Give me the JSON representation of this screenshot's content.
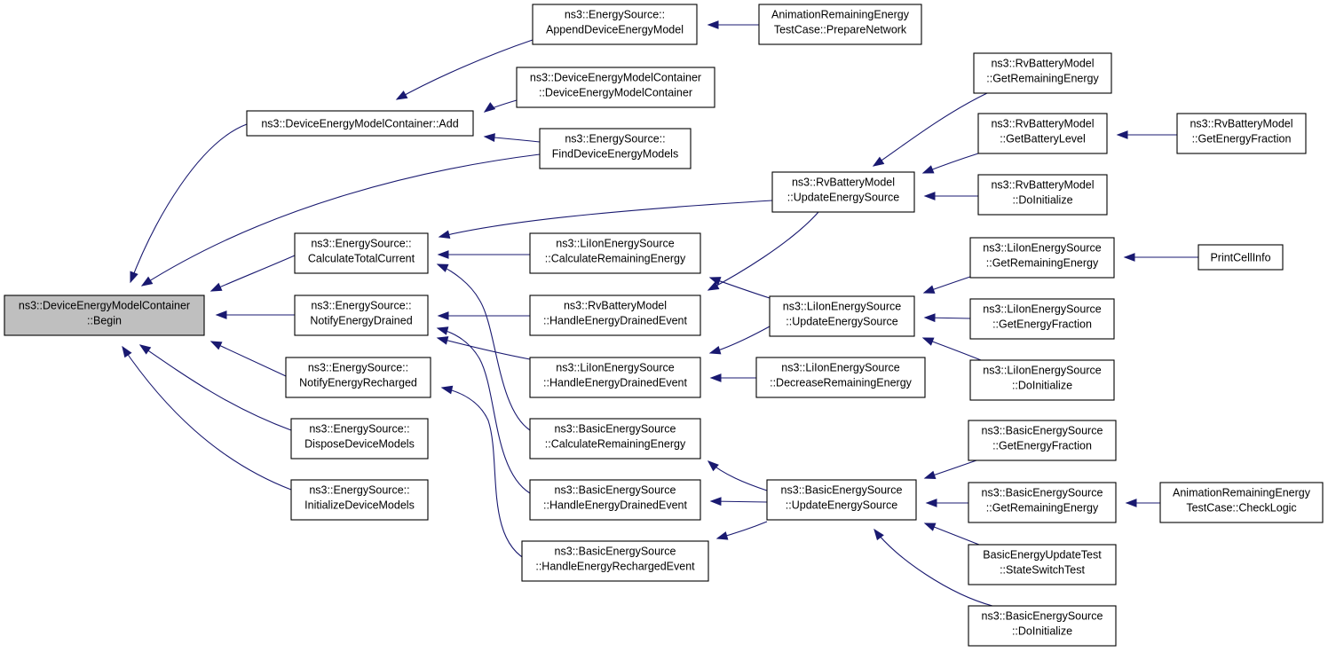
{
  "graph": {
    "kind": "caller-graph",
    "root": "root",
    "colors": {
      "edge": "#191970",
      "node_border": "#000000",
      "node_fill": "#ffffff",
      "root_fill": "#bfbfbf"
    },
    "nodes": [
      {
        "id": "root",
        "lines": [
          "ns3::DeviceEnergyModelContainer",
          "::Begin"
        ]
      },
      {
        "id": "add",
        "lines": [
          "ns3::DeviceEnergyModelContainer::Add"
        ]
      },
      {
        "id": "append",
        "lines": [
          "ns3::EnergySource::",
          "AppendDeviceEnergyModel"
        ]
      },
      {
        "id": "anim_prep",
        "lines": [
          "AnimationRemainingEnergy",
          "TestCase::PrepareNetwork"
        ]
      },
      {
        "id": "demc_ctor",
        "lines": [
          "ns3::DeviceEnergyModelContainer",
          "::DeviceEnergyModelContainer"
        ]
      },
      {
        "id": "find",
        "lines": [
          "ns3::EnergySource::",
          "FindDeviceEnergyModels"
        ]
      },
      {
        "id": "calc_total",
        "lines": [
          "ns3::EnergySource::",
          "CalculateTotalCurrent"
        ]
      },
      {
        "id": "notify_drained",
        "lines": [
          "ns3::EnergySource::",
          "NotifyEnergyDrained"
        ]
      },
      {
        "id": "notify_recharged",
        "lines": [
          "ns3::EnergySource::",
          "NotifyEnergyRecharged"
        ]
      },
      {
        "id": "dispose",
        "lines": [
          "ns3::EnergySource::",
          "DisposeDeviceModels"
        ]
      },
      {
        "id": "initdev",
        "lines": [
          "ns3::EnergySource::",
          "InitializeDeviceModels"
        ]
      },
      {
        "id": "li_calcrem",
        "lines": [
          "ns3::LiIonEnergySource",
          "::CalculateRemainingEnergy"
        ]
      },
      {
        "id": "rv_handle",
        "lines": [
          "ns3::RvBatteryModel",
          "::HandleEnergyDrainedEvent"
        ]
      },
      {
        "id": "li_handle",
        "lines": [
          "ns3::LiIonEnergySource",
          "::HandleEnergyDrainedEvent"
        ]
      },
      {
        "id": "bs_calcrem",
        "lines": [
          "ns3::BasicEnergySource",
          "::CalculateRemainingEnergy"
        ]
      },
      {
        "id": "bs_handle",
        "lines": [
          "ns3::BasicEnergySource",
          "::HandleEnergyDrainedEvent"
        ]
      },
      {
        "id": "bs_recharged",
        "lines": [
          "ns3::BasicEnergySource",
          "::HandleEnergyRechargedEvent"
        ]
      },
      {
        "id": "rv_update",
        "lines": [
          "ns3::RvBatteryModel",
          "::UpdateEnergySource"
        ]
      },
      {
        "id": "li_update",
        "lines": [
          "ns3::LiIonEnergySource",
          "::UpdateEnergySource"
        ]
      },
      {
        "id": "li_decrease",
        "lines": [
          "ns3::LiIonEnergySource",
          "::DecreaseRemainingEnergy"
        ]
      },
      {
        "id": "bs_update",
        "lines": [
          "ns3::BasicEnergySource",
          "::UpdateEnergySource"
        ]
      },
      {
        "id": "rv_getrem",
        "lines": [
          "ns3::RvBatteryModel",
          "::GetRemainingEnergy"
        ]
      },
      {
        "id": "rv_getlevel",
        "lines": [
          "ns3::RvBatteryModel",
          "::GetBatteryLevel"
        ]
      },
      {
        "id": "rv_doinit",
        "lines": [
          "ns3::RvBatteryModel",
          "::DoInitialize"
        ]
      },
      {
        "id": "rv_getfrac",
        "lines": [
          "ns3::RvBatteryModel",
          "::GetEnergyFraction"
        ]
      },
      {
        "id": "li_getrem",
        "lines": [
          "ns3::LiIonEnergySource",
          "::GetRemainingEnergy"
        ]
      },
      {
        "id": "li_getfrac",
        "lines": [
          "ns3::LiIonEnergySource",
          "::GetEnergyFraction"
        ]
      },
      {
        "id": "li_doinit",
        "lines": [
          "ns3::LiIonEnergySource",
          "::DoInitialize"
        ]
      },
      {
        "id": "printcell",
        "lines": [
          "PrintCellInfo"
        ]
      },
      {
        "id": "bs_getfrac",
        "lines": [
          "ns3::BasicEnergySource",
          "::GetEnergyFraction"
        ]
      },
      {
        "id": "bs_getrem",
        "lines": [
          "ns3::BasicEnergySource",
          "::GetRemainingEnergy"
        ]
      },
      {
        "id": "bs_stateswitch",
        "lines": [
          "BasicEnergyUpdateTest",
          "::StateSwitchTest"
        ]
      },
      {
        "id": "bs_doinit",
        "lines": [
          "ns3::BasicEnergySource",
          "::DoInitialize"
        ]
      },
      {
        "id": "anim_check",
        "lines": [
          "AnimationRemainingEnergy",
          "TestCase::CheckLogic"
        ]
      }
    ],
    "edges": [
      {
        "from": "add",
        "to": "root"
      },
      {
        "from": "find",
        "to": "root"
      },
      {
        "from": "calc_total",
        "to": "root"
      },
      {
        "from": "notify_drained",
        "to": "root"
      },
      {
        "from": "notify_recharged",
        "to": "root"
      },
      {
        "from": "dispose",
        "to": "root"
      },
      {
        "from": "initdev",
        "to": "root"
      },
      {
        "from": "append",
        "to": "add"
      },
      {
        "from": "demc_ctor",
        "to": "add"
      },
      {
        "from": "find",
        "to": "add"
      },
      {
        "from": "anim_prep",
        "to": "append"
      },
      {
        "from": "rv_update",
        "to": "calc_total"
      },
      {
        "from": "li_calcrem",
        "to": "calc_total"
      },
      {
        "from": "bs_calcrem",
        "to": "calc_total"
      },
      {
        "from": "rv_handle",
        "to": "notify_drained"
      },
      {
        "from": "li_handle",
        "to": "notify_drained"
      },
      {
        "from": "bs_handle",
        "to": "notify_drained"
      },
      {
        "from": "bs_recharged",
        "to": "notify_recharged"
      },
      {
        "from": "li_update",
        "to": "li_calcrem"
      },
      {
        "from": "rv_update",
        "to": "rv_handle"
      },
      {
        "from": "li_update",
        "to": "li_handle"
      },
      {
        "from": "li_decrease",
        "to": "li_handle"
      },
      {
        "from": "bs_update",
        "to": "bs_calcrem"
      },
      {
        "from": "bs_update",
        "to": "bs_handle"
      },
      {
        "from": "bs_update",
        "to": "bs_recharged"
      },
      {
        "from": "rv_getrem",
        "to": "rv_update"
      },
      {
        "from": "rv_getlevel",
        "to": "rv_update"
      },
      {
        "from": "rv_doinit",
        "to": "rv_update"
      },
      {
        "from": "rv_getfrac",
        "to": "rv_getlevel"
      },
      {
        "from": "li_getrem",
        "to": "li_update"
      },
      {
        "from": "li_getfrac",
        "to": "li_update"
      },
      {
        "from": "li_doinit",
        "to": "li_update"
      },
      {
        "from": "printcell",
        "to": "li_getrem"
      },
      {
        "from": "bs_getfrac",
        "to": "bs_update"
      },
      {
        "from": "bs_getrem",
        "to": "bs_update"
      },
      {
        "from": "bs_stateswitch",
        "to": "bs_update"
      },
      {
        "from": "bs_doinit",
        "to": "bs_update"
      },
      {
        "from": "anim_check",
        "to": "bs_getrem"
      }
    ]
  }
}
